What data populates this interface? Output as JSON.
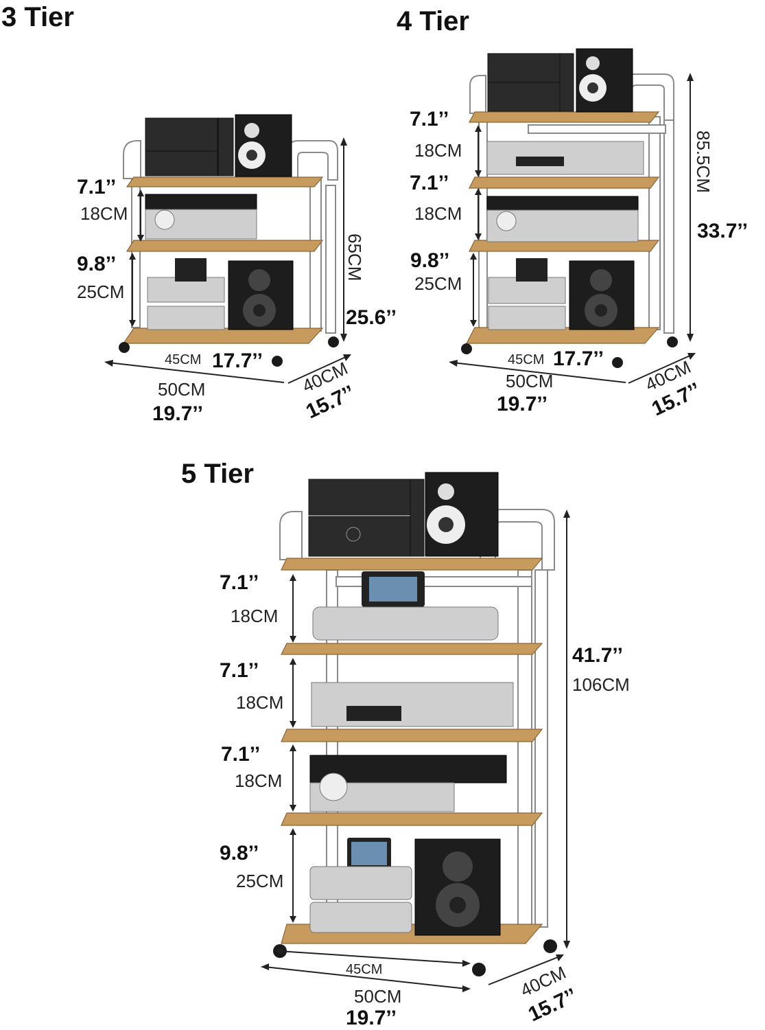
{
  "tiers": [
    {
      "title": "3 Tier",
      "spacings": [
        {
          "inch": "7.1’’",
          "cm": "18CM"
        },
        {
          "inch": "9.8’’",
          "cm": "25CM"
        }
      ],
      "height_cm": "65CM",
      "height_in": "25.6’’",
      "inner_width_cm": "45CM",
      "inner_width_in": "17.7’’",
      "width_cm": "50CM",
      "width_in": "19.7’’",
      "depth_cm": "40CM",
      "depth_in": "15.7’’"
    },
    {
      "title": "4 Tier",
      "spacings": [
        {
          "inch": "7.1’’",
          "cm": "18CM"
        },
        {
          "inch": "7.1’’",
          "cm": "18CM"
        },
        {
          "inch": "9.8’’",
          "cm": "25CM"
        }
      ],
      "height_cm": "85.5CM",
      "height_in": "33.7’’",
      "inner_width_cm": "45CM",
      "inner_width_in": "17.7’’",
      "width_cm": "50CM",
      "width_in": "19.7’’",
      "depth_cm": "40CM",
      "depth_in": "15.7’’"
    },
    {
      "title": "5 Tier",
      "spacings": [
        {
          "inch": "7.1’’",
          "cm": "18CM"
        },
        {
          "inch": "7.1’’",
          "cm": "18CM"
        },
        {
          "inch": "7.1’’",
          "cm": "18CM"
        },
        {
          "inch": "9.8’’",
          "cm": "25CM"
        }
      ],
      "height_cm": "106CM",
      "height_in": "41.7’’",
      "inner_width_cm": "45CM",
      "width_cm": "50CM",
      "width_in": "19.7’’",
      "depth_cm": "40CM",
      "depth_in": "15.7’’"
    }
  ],
  "colors": {
    "shelf_wood": "#c79a5e",
    "frame": "#ffffff",
    "device_dark": "#2b2b2b",
    "device_silver": "#cfcfcf"
  }
}
